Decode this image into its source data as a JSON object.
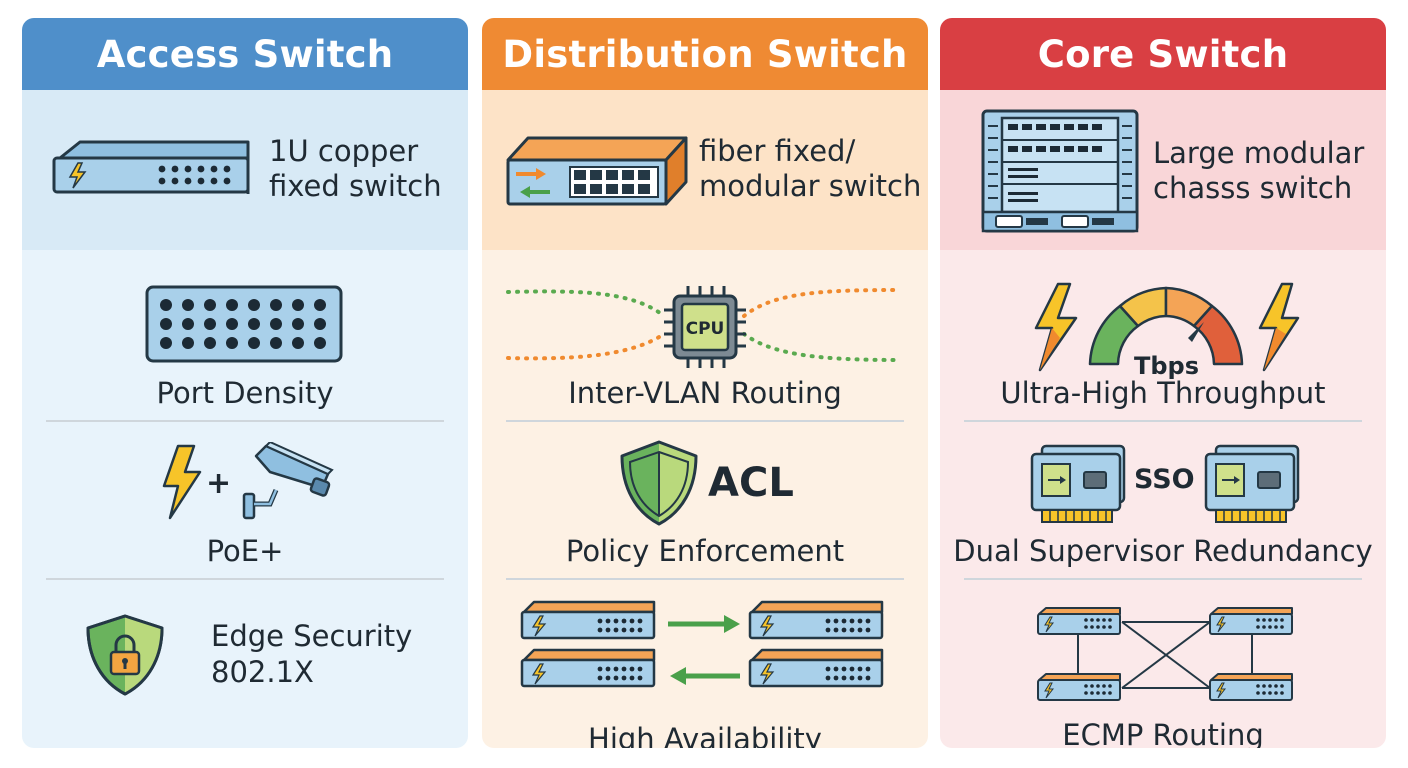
{
  "columns": [
    {
      "title": "Access Switch",
      "hero": {
        "line1": "1U copper",
        "line2": "fixed switch"
      },
      "features": [
        {
          "label": "Port Density"
        },
        {
          "label": "PoE+"
        },
        {
          "label_line1": "Edge Security",
          "label_line2": "802.1X"
        }
      ],
      "color": "#4f8fca"
    },
    {
      "title": "Distribution Switch",
      "hero": {
        "line1": "fiber fixed/",
        "line2": "modular switch"
      },
      "features": [
        {
          "label": "Inter-VLAN Routing",
          "chip_text": "CPU"
        },
        {
          "label": "Policy Enforcement",
          "badge": "ACL"
        },
        {
          "label": "High Availability"
        }
      ],
      "color": "#ef8a33"
    },
    {
      "title": "Core Switch",
      "hero": {
        "line1": "Large modular",
        "line2": "chasss switch"
      },
      "features": [
        {
          "label": "Ultra-High Throughput",
          "gauge_text": "Tbps"
        },
        {
          "label": "Dual Supervisor Redundancy",
          "badge": "SSO"
        },
        {
          "label": "ECMP Routing"
        }
      ],
      "color": "#d93f43"
    }
  ]
}
